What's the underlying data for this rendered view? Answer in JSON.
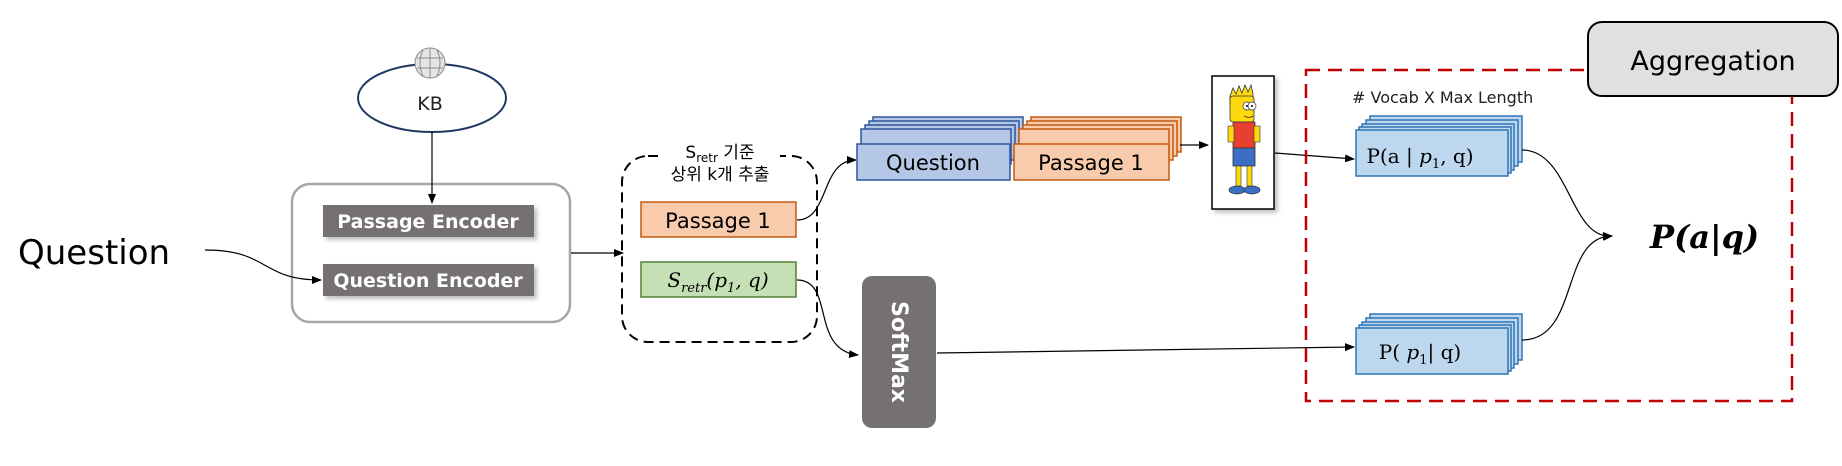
{
  "input": {
    "question_label": "Question"
  },
  "kb": {
    "label": "KB",
    "logo_icon": "wikipedia-globe-icon"
  },
  "encoders": {
    "passage": "Passage Encoder",
    "question": "Question Encoder"
  },
  "retrieval": {
    "caption_s": "S",
    "caption_sub": "retr",
    "caption_line1_rest": " 기준",
    "caption_line2": "상위 k개 추출",
    "passage_label": "Passage 1",
    "score_s": "S",
    "score_sub": "retr",
    "score_args": "(p",
    "score_args_sub": "1",
    "score_args_tail": ", q)"
  },
  "generator_input": {
    "question": "Question",
    "passage": "Passage 1"
  },
  "generator": {
    "icon": "bart-character-icon"
  },
  "softmax": {
    "label": "SoftMax"
  },
  "aggregation": {
    "title": "Aggregation",
    "stack_caption": "# Vocab X Max Length",
    "prob_answer_pre": "P(a | ",
    "prob_answer_p": "p",
    "prob_answer_sub": "1",
    "prob_answer_tail": ", q)",
    "prob_passage_pre": "P( ",
    "prob_passage_p": "p",
    "prob_passage_sub": "1",
    "prob_passage_tail": "| q)",
    "output": "P(a|q)"
  },
  "colors": {
    "passage_fill": "#f8cbad",
    "passage_stroke": "#c55a11",
    "question_fill": "#b4c7e7",
    "question_stroke": "#2f5597",
    "score_fill": "#c5e0b4",
    "score_stroke": "#548235",
    "encoder_fill": "#767171",
    "softmax_fill": "#767171",
    "agg_border": "#c00000",
    "prob_fill": "#bdd7ee",
    "prob_stroke": "#2e75b6"
  }
}
